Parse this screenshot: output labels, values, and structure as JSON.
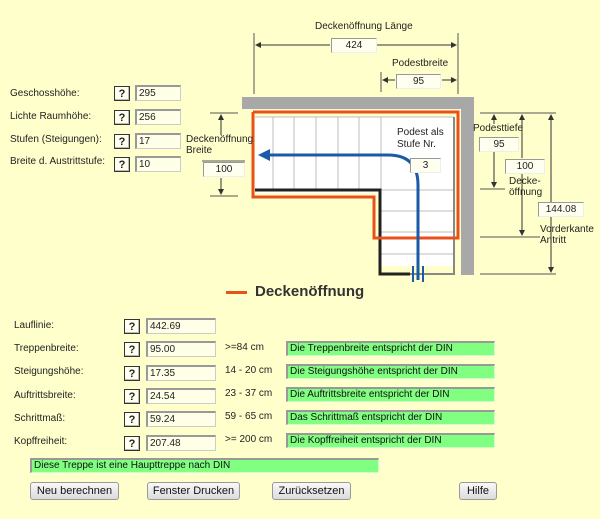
{
  "inputs": {
    "help_symbol": "?",
    "rows": [
      {
        "label": "Geschosshöhe:",
        "value": "295"
      },
      {
        "label": "Lichte Raumhöhe:",
        "value": "256"
      },
      {
        "label": "Stufen (Steigungen):",
        "value": "17"
      },
      {
        "label": "Breite d. Austrittstufe:",
        "value": "10"
      }
    ]
  },
  "diagram": {
    "deckenoeffnung_laenge": {
      "label": "Deckenöffnung Länge",
      "value": "424"
    },
    "podestbreite": {
      "label": "Podestbreite",
      "value": "95"
    },
    "deckenoeffnung_breite": {
      "label_line1": "Deckenöffnung",
      "label_line2": "Breite",
      "value": "100"
    },
    "podest_stufe": {
      "label_line1": "Podest als",
      "label_line2": "Stufe Nr.",
      "value": "3"
    },
    "podesttiefe": {
      "label": "Podesttiefe",
      "value": "95"
    },
    "decke_oeffnung": {
      "label_line1": "Decke-",
      "label_line2": "öffnung",
      "value": "100"
    },
    "vorderkante_antritt": {
      "label_line1": "Vorderkante",
      "label_line2": "Antritt",
      "value": "144.08"
    },
    "legend": {
      "label": "Deckenöffnung",
      "color": "#e8501e"
    },
    "walkline_color": "#1a5aa8"
  },
  "results": {
    "rows": [
      {
        "label": "Lauflinie:",
        "value": "442.69",
        "range": "",
        "message": ""
      },
      {
        "label": "Treppenbreite:",
        "value": "95.00",
        "range": ">=84 cm",
        "message": "Die Treppenbreite entspricht der DIN"
      },
      {
        "label": "Steigungshöhe:",
        "value": "17.35",
        "range": "14 - 20 cm",
        "message": "Die Steigungshöhe entspricht der DIN"
      },
      {
        "label": "Auftrittsbreite:",
        "value": "24.54",
        "range": "23 - 37 cm",
        "message": "Die Auftrittsbreite entspricht der DIN"
      },
      {
        "label": "Schrittmaß:",
        "value": "59.24",
        "range": "59 - 65 cm",
        "message": "Das Schrittmaß entspricht der DIN"
      },
      {
        "label": "Kopffreiheit:",
        "value": "207.48",
        "range": ">= 200 cm",
        "message": "Die Kopffreiheit entspricht der DIN"
      }
    ],
    "summary": "Diese Treppe ist eine Haupttreppe nach DIN",
    "ok_color": "#80ff80"
  },
  "buttons": {
    "recalc": "Neu berechnen",
    "print": "Fenster Drucken",
    "reset": "Zurücksetzen",
    "help": "Hilfe"
  }
}
